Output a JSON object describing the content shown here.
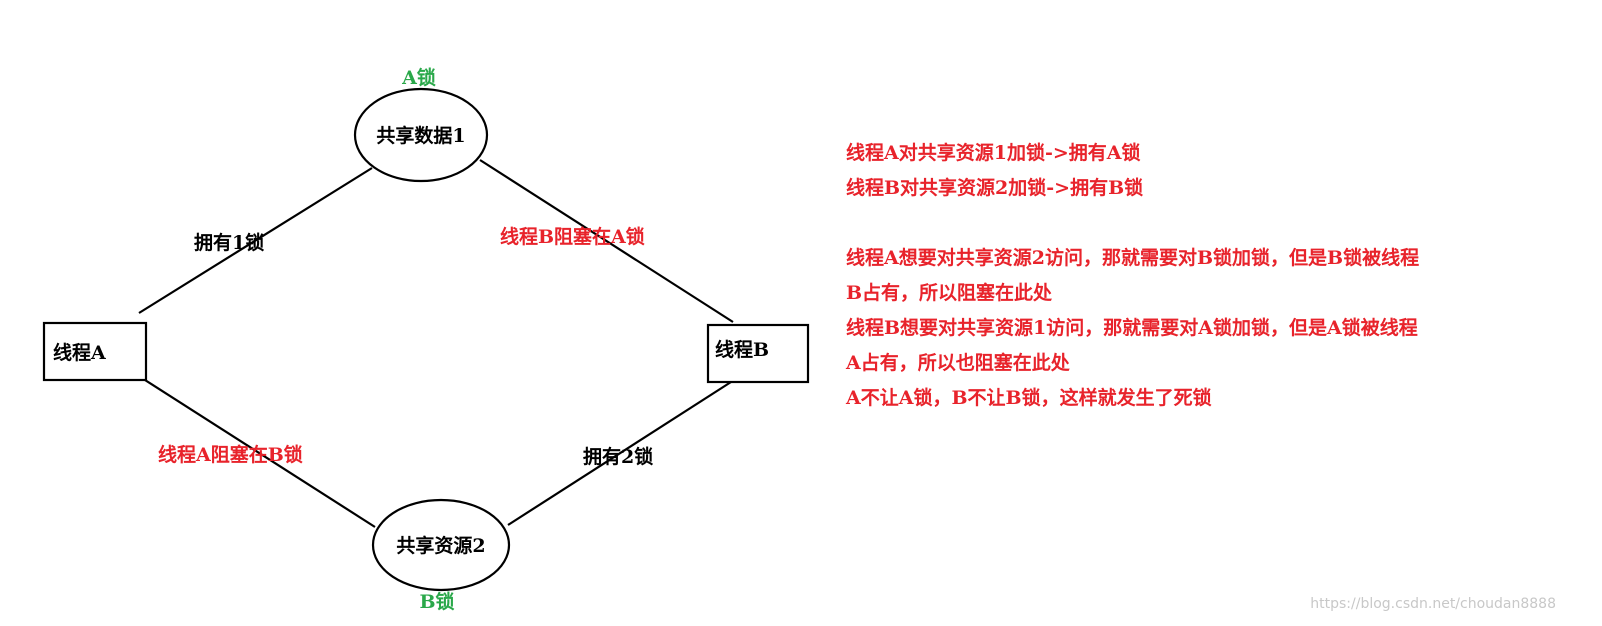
{
  "nodes": {
    "shared_data_1": "共享数据1",
    "shared_resource_2": "共享资源2",
    "thread_a": "线程A",
    "thread_b": "线程B"
  },
  "locks": {
    "a_lock": "A锁",
    "b_lock": "B锁"
  },
  "edges": {
    "own_1_lock": "拥有1锁",
    "b_blocked_on_a": "线程B阻塞在A锁",
    "a_blocked_on_b": "线程A阻塞在B锁",
    "own_2_lock": "拥有2锁"
  },
  "notes": [
    "线程A对共享资源1加锁->拥有A锁",
    "线程B对共享资源2加锁->拥有B锁",
    "",
    "线程A想要对共享资源2访问，那就需要对B锁加锁，但是B锁被线程",
    "B占有，所以阻塞在此处",
    "线程B想要对共享资源1访问，那就需要对A锁加锁，但是A锁被线程",
    "A占有，所以也阻塞在此处",
    "A不让A锁，B不让B锁，这样就发生了死锁"
  ],
  "watermark": "https://blog.csdn.net/choudan8888",
  "colors": {
    "red": "#e8232b",
    "green": "#2aa84a",
    "black": "#000000",
    "watermark": "#c8c8c8"
  }
}
